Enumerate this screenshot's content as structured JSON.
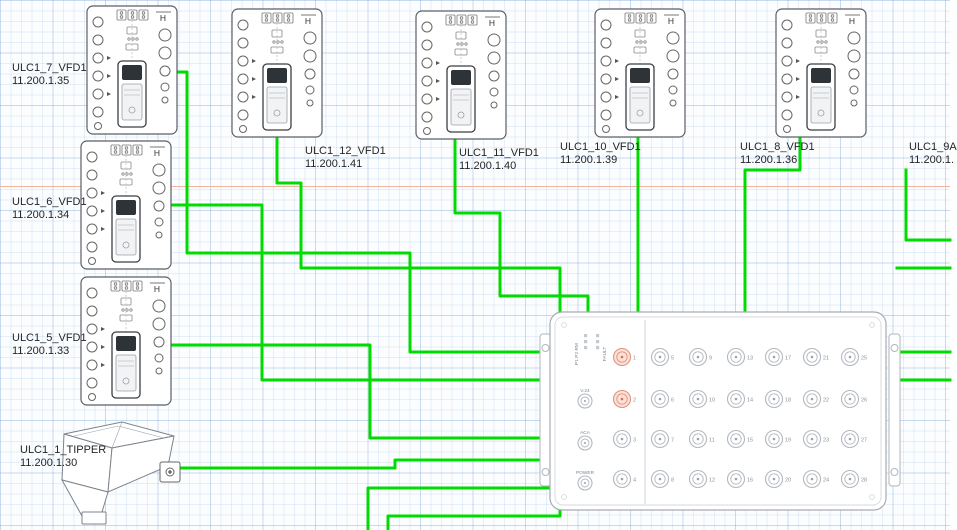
{
  "vfd_marker": "H",
  "devices": {
    "vfd7": {
      "label": "ULC1_7_VFD1",
      "ip": "11.200.1.35"
    },
    "vfd12": {
      "label": "ULC1_12_VFD1",
      "ip": "11.200.1.41"
    },
    "vfd11": {
      "label": "ULC1_11_VFD1",
      "ip": "11.200.1.40"
    },
    "vfd10": {
      "label": "ULC1_10_VFD1",
      "ip": "11.200.1.39"
    },
    "vfd8": {
      "label": "ULC1_8_VFD1",
      "ip": "11.200.1.36"
    },
    "vfd9a": {
      "label": "ULC1_9A",
      "ip": "11.200.1."
    },
    "vfd6": {
      "label": "ULC1_6_VFD1",
      "ip": "11.200.1.34"
    },
    "vfd5": {
      "label": "ULC1_5_VFD1",
      "ip": "11.200.1.33"
    },
    "tipper": {
      "label": "ULC1_1_TIPPER",
      "ip": "11.200.1.30"
    }
  },
  "switch": {
    "led_labels": [
      "P1 P2 RM",
      "FAULT"
    ],
    "side_ports": [
      {
        "label": "V.24"
      },
      {
        "label": "ACA"
      },
      {
        "label": "POWER"
      }
    ],
    "ports": [
      "1",
      "2",
      "3",
      "4",
      "5",
      "6",
      "7",
      "8",
      "9",
      "10",
      "11",
      "12",
      "13",
      "14",
      "15",
      "16",
      "17",
      "18",
      "19",
      "20",
      "21",
      "22",
      "23",
      "24",
      "25",
      "26",
      "27",
      "28"
    ],
    "alarm_ports": [
      "1",
      "2"
    ]
  },
  "colors": {
    "wire": "#00dc00",
    "alarm_port": "#e2927e",
    "highlight_line": "#f2b39e",
    "grid": "#dbe7f2"
  }
}
